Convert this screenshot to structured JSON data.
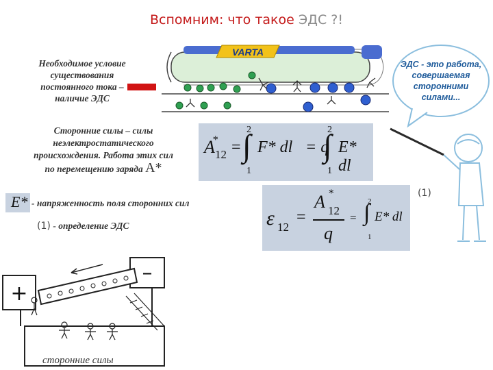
{
  "title": {
    "main": "Вспомним: что такое ",
    "abbr": "ЭДС ?!"
  },
  "condition": {
    "line1": "Необходимое условие",
    "line2": "существования",
    "line3": "постоянного тока –",
    "line4": "наличие ЭДС"
  },
  "battery_label": "VARTA",
  "speech_bubble": {
    "line1": "ЭДС - это работа,",
    "line2": "совершаемая",
    "line3": "сторонними",
    "line4": "силами..."
  },
  "foreign_forces": {
    "line1": "Сторонние силы – силы",
    "line2": "неэлектростатического",
    "line3": "происхождения. Работа этих сил",
    "line4": "по перемещению заряда",
    "symbol": "A*"
  },
  "formula1": {
    "lhs": "A",
    "lhs_sub": "12",
    "star": "*",
    "eq": "=",
    "upper": "2",
    "lower": "1",
    "integrand1": "F* dl",
    "mid": "= q",
    "integrand2": "E* dl"
  },
  "field_note": {
    "symbol": "E*",
    "text": "- напряженность поля сторонних сил"
  },
  "definition_note": {
    "num": "(1)",
    "text": "- определение ЭДС"
  },
  "formula2": {
    "lhs": "ε",
    "lhs_sub": "12",
    "eq": "=",
    "num": "A",
    "num_sub": "12",
    "star": "*",
    "den": "q",
    "eq2": "=",
    "upper": "2",
    "lower": "1",
    "integrand": "E* dl"
  },
  "equation_number": "(1)",
  "circuit": {
    "plus": "+",
    "minus": "–"
  },
  "caption": "сторонние силы"
}
